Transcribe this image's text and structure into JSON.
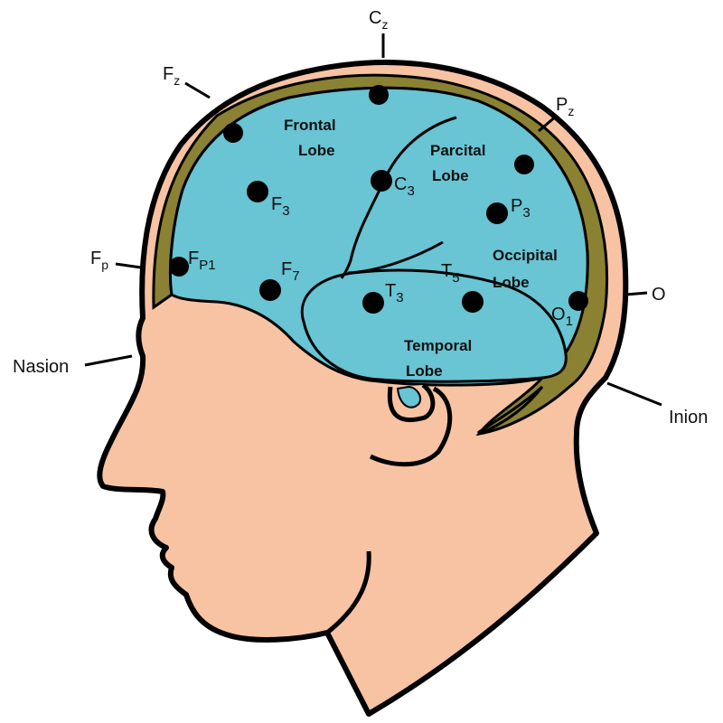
{
  "colors": {
    "skin": "#f7c3a3",
    "brain": "#69c4d3",
    "skull": "#8a8132",
    "outline": "#000000",
    "background": "#ffffff"
  },
  "outer_labels": {
    "cz": {
      "main": "C",
      "sub": "z"
    },
    "fz": {
      "main": "F",
      "sub": "z"
    },
    "pz": {
      "main": "P",
      "sub": "z"
    },
    "fp": {
      "main": "F",
      "sub": "p"
    },
    "o": {
      "main": "O"
    },
    "nasion": "Nasion",
    "inion": "Inion"
  },
  "electrodes": {
    "f3": {
      "main": "F",
      "sub": "3"
    },
    "c3": {
      "main": "C",
      "sub": "3"
    },
    "p3": {
      "main": "P",
      "sub": "3"
    },
    "fp1": {
      "main": "F",
      "sub": "P1"
    },
    "f7": {
      "main": "F",
      "sub": "7"
    },
    "t3": {
      "main": "T",
      "sub": "3"
    },
    "t5": {
      "main": "T",
      "sub": "5"
    },
    "o1": {
      "main": "O",
      "sub": "1"
    }
  },
  "lobes": {
    "frontal": {
      "line1": "Frontal",
      "line2": "Lobe"
    },
    "parietal": {
      "line1": "Parcital",
      "line2": "Lobe"
    },
    "occipital": {
      "line1": "Occipital",
      "line2": "Lobe"
    },
    "temporal": {
      "line1": "Temporal",
      "line2": "Lobe"
    }
  }
}
